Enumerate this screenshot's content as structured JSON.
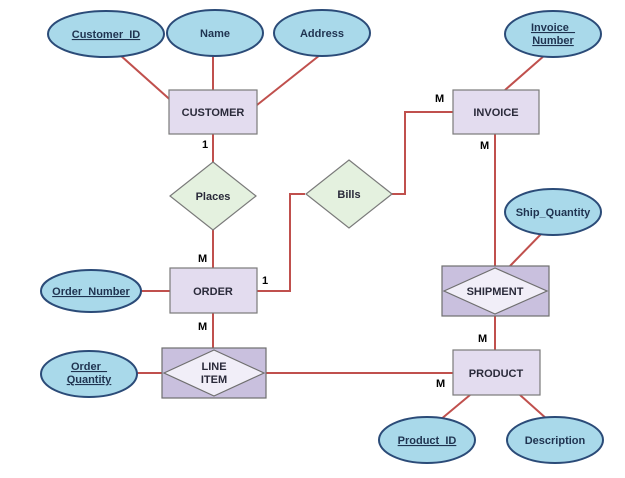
{
  "attributes": {
    "customer_id": {
      "label": "Customer_ID",
      "key": true
    },
    "name": {
      "label": "Name",
      "key": false
    },
    "address": {
      "label": "Address",
      "key": false
    },
    "invoice_number": {
      "line1": "Invoice_",
      "line2": "Number",
      "key": true
    },
    "ship_quantity": {
      "label": "Ship_Quantity",
      "key": false
    },
    "order_number": {
      "label": "Order_Number",
      "key": true
    },
    "order_quantity": {
      "line1": "Order_",
      "line2": "Quantity",
      "key": false
    },
    "product_id": {
      "label": "Product_ID",
      "key": true
    },
    "description": {
      "label": "Description",
      "key": false
    }
  },
  "entities": {
    "customer": "CUSTOMER",
    "invoice": "INVOICE",
    "order": "ORDER",
    "product": "PRODUCT"
  },
  "relationships": {
    "places": "Places",
    "bills": "Bills"
  },
  "associative_entities": {
    "shipment": "SHIPMENT",
    "line_item": {
      "line1": "LINE",
      "line2": "ITEM"
    }
  },
  "cardinalities": {
    "customer_places": "1",
    "places_order": "M",
    "order_bills": "1",
    "bills_invoice": "M",
    "invoice_shipment": "M",
    "shipment_product": "M",
    "order_lineitem": "M",
    "lineitem_product": "M"
  },
  "colors": {
    "connector": "#c0504d",
    "attribute_fill": "#a9d9ea",
    "attribute_border": "#2b4b78",
    "entity_fill": "#e3dcef",
    "relationship_fill": "#e4f1df",
    "associative_fill": "#c9c0de"
  }
}
